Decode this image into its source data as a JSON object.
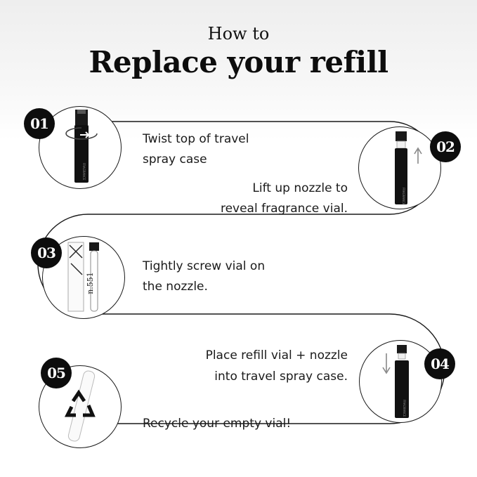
{
  "header": {
    "subtitle": "How to",
    "title": "Replace your refill"
  },
  "steps": [
    {
      "number": "01",
      "line1": "Twist top of travel",
      "line2": "spray case",
      "icon": "rotate-arrow-icon"
    },
    {
      "number": "02",
      "line1": "Lift up nozzle to",
      "line2": "reveal fragrance vial.",
      "icon": "up-arrow-icon"
    },
    {
      "number": "03",
      "line1": "Tightly screw vial on",
      "line2": "the nozzle.",
      "vial_label": "n.551"
    },
    {
      "number": "04",
      "line1": "Place refill vial + nozzle",
      "line2": "into travel spray case.",
      "icon": "down-arrow-icon"
    },
    {
      "number": "05",
      "line1": "Recycle your empty vial!",
      "icon": "recycle-icon"
    }
  ],
  "colors": {
    "ink": "#0d0d0d",
    "line": "#1a1a1a",
    "background": "#ffffff"
  }
}
